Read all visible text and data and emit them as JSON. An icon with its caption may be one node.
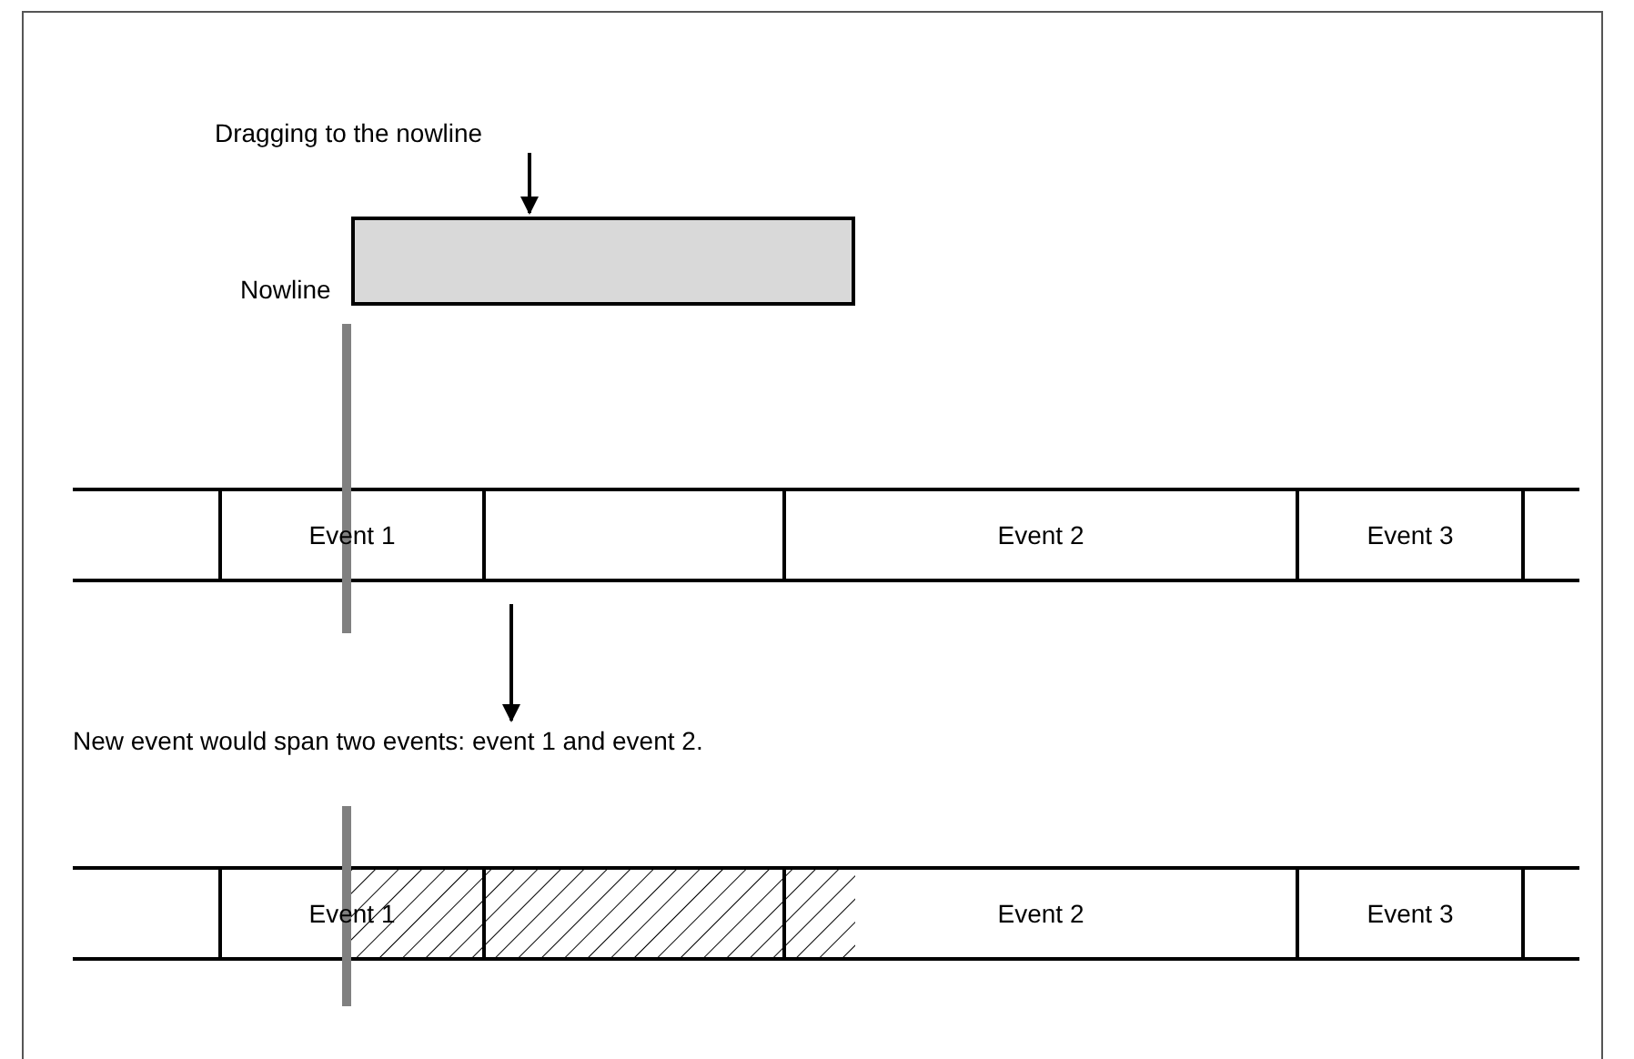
{
  "diagram": {
    "nodes": [
      {
        "text": [
          "Dragging to the nowline"
        ]
      },
      {
        "text": [],
        "shape": "box"
      },
      {
        "text": [
          "Event 1"
        ]
      },
      {
        "text": [
          "Event 2"
        ]
      },
      {
        "text": [
          "Event 3"
        ]
      },
      {
        "text": [
          "New event would span two events: event 1 and event 2."
        ]
      },
      {
        "text": [
          "Event 1"
        ]
      },
      {
        "text": [],
        "shape": "box"
      },
      {
        "text": [
          "Event 2"
        ]
      },
      {
        "text": [
          "Event 3"
        ]
      }
    ],
    "edges": [
      {
        "from": 0,
        "to": 1,
        "arrow": "to"
      },
      {
        "from": null,
        "to": 5,
        "arrow": "to"
      }
    ],
    "labels": [
      "Nowline"
    ]
  }
}
